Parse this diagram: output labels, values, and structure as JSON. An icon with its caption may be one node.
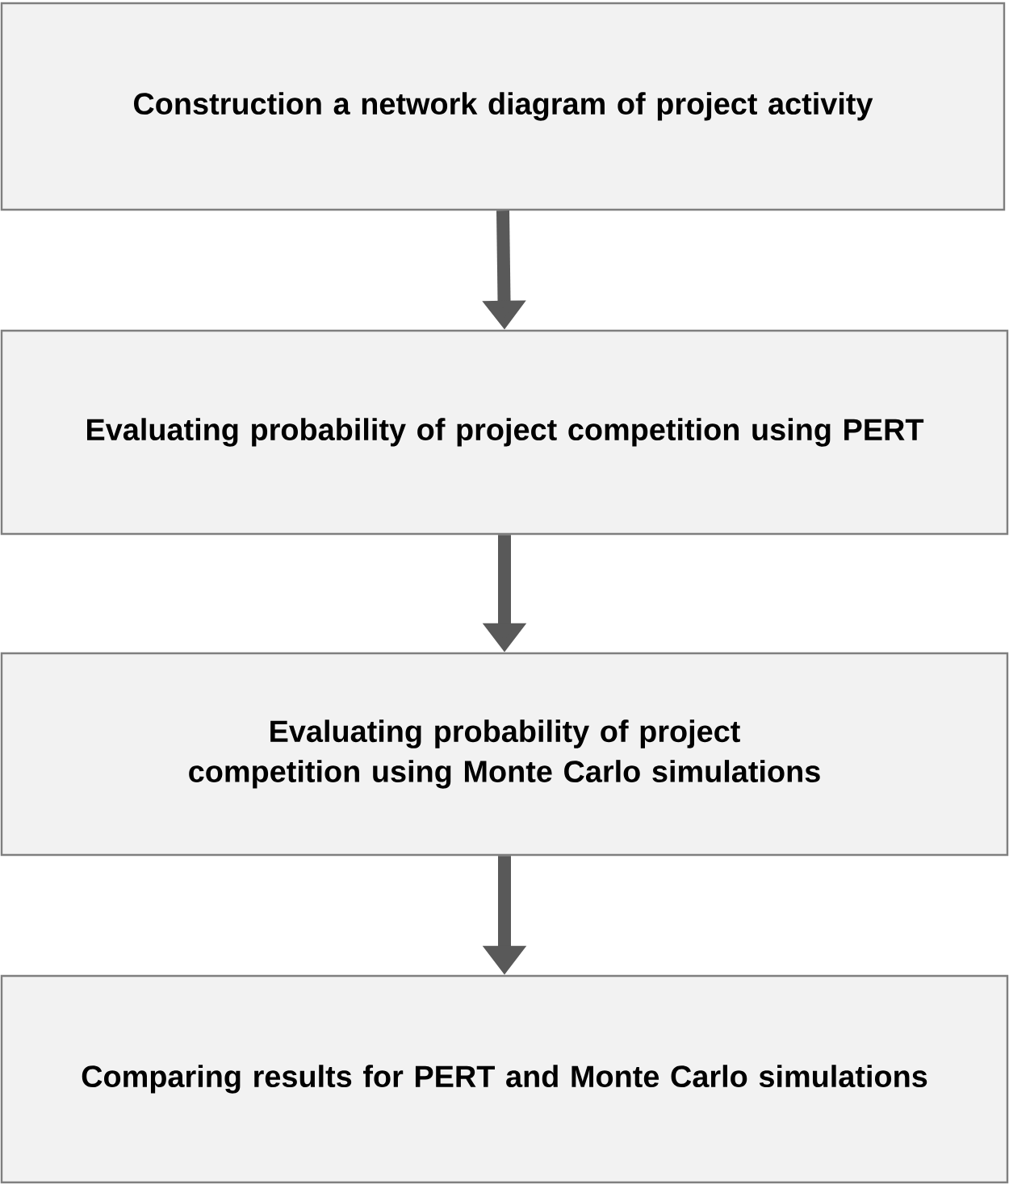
{
  "diagram": {
    "nodes": [
      {
        "text": [
          "Construction a network diagram of project activity"
        ]
      },
      {
        "text": [
          "Evaluating probability of project competition using PERT"
        ]
      },
      {
        "text": [
          "Evaluating probability of project competition using Monte Carlo simulations"
        ]
      },
      {
        "text": [
          "Comparing results for PERT and Monte Carlo simulations"
        ]
      }
    ],
    "edges": [
      {
        "from": 0,
        "to": 1,
        "arrow": "to"
      },
      {
        "from": 1,
        "to": 2,
        "arrow": "to"
      },
      {
        "from": 2,
        "to": 3,
        "arrow": "to"
      }
    ]
  }
}
